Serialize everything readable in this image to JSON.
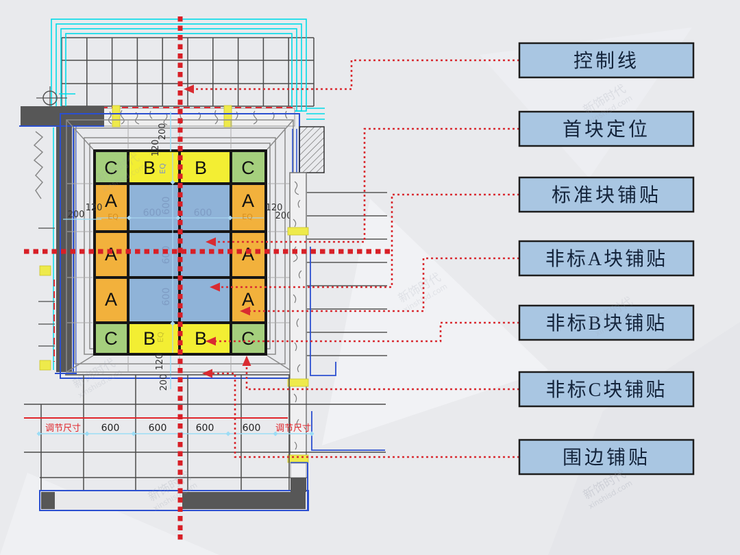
{
  "callouts": [
    {
      "label": "控制线"
    },
    {
      "label": "首块定位"
    },
    {
      "label": "标准块铺贴"
    },
    {
      "label": "非标A块铺贴"
    },
    {
      "label": "非标B块铺贴"
    },
    {
      "label": "非标C块铺贴"
    },
    {
      "label": "围边铺贴"
    }
  ],
  "tiles": {
    "letters": [
      [
        "C",
        "B",
        "B",
        "C"
      ],
      [
        "A",
        "",
        "",
        "A"
      ],
      [
        "A",
        "",
        "",
        "A"
      ],
      [
        "A",
        "",
        "",
        "A"
      ],
      [
        "C",
        "B",
        "B",
        "C"
      ]
    ]
  },
  "dims": {
    "tile": "600",
    "border": "120",
    "margin": "200",
    "eq": "EQ",
    "adjust": "调节尺寸"
  },
  "watermark": {
    "brand": "新饰时代",
    "site": "xinshisd.com"
  },
  "colors": {
    "tile_blue": "#8fb3d8",
    "tile_yellow": "#f3ee33",
    "tile_green": "#a5cf7d",
    "tile_orange": "#f2b13c",
    "callout_fill": "#a9c6e2",
    "control_red": "#d81f26",
    "leader_red": "#d92b31",
    "cad_blue": "#2b4fd0",
    "cyan": "#00dbe8",
    "wall_gray": "#575757"
  }
}
